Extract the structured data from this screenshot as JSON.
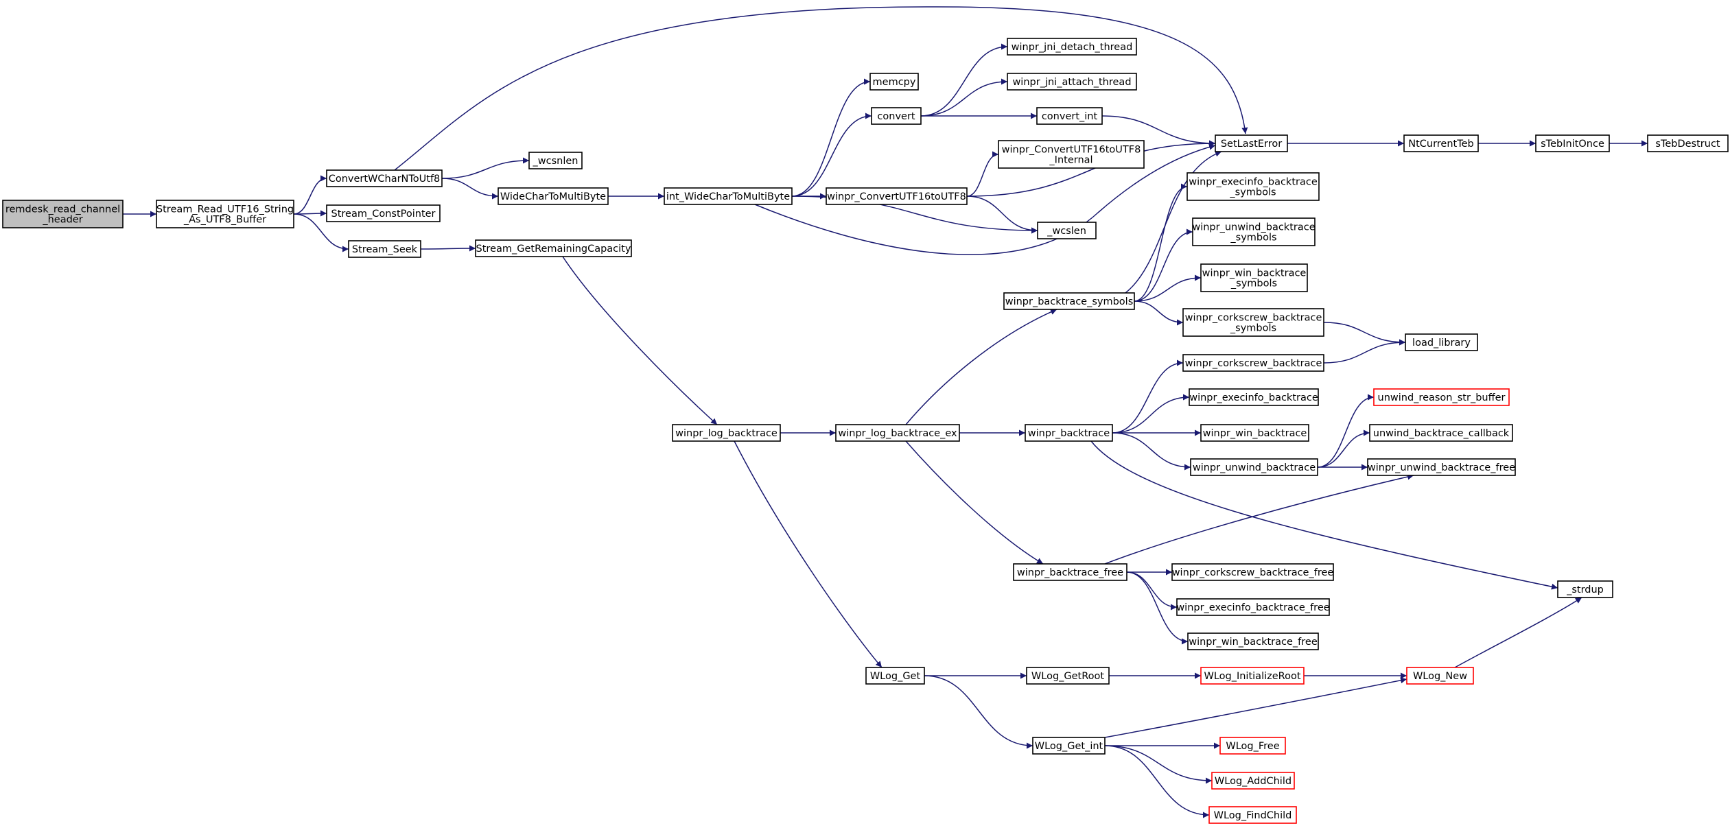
{
  "colors": {
    "edge": "#191970",
    "root_fill": "#bfbfbf",
    "truncated_border": "#ff0000",
    "node_border": "#000000"
  },
  "nodes": {
    "remdesk_read_channel_header": {
      "lines": [
        "remdesk_read_channel",
        "_header"
      ],
      "kind": "root"
    },
    "Stream_Read_UTF16_String_As_UTF8_Buffer": {
      "lines": [
        "Stream_Read_UTF16_String",
        "_As_UTF8_Buffer"
      ]
    },
    "ConvertWCharNToUtf8": {
      "lines": [
        "ConvertWCharNToUtf8"
      ]
    },
    "Stream_ConstPointer": {
      "lines": [
        "Stream_ConstPointer"
      ]
    },
    "Stream_Seek": {
      "lines": [
        "Stream_Seek"
      ]
    },
    "_wcsnlen": {
      "lines": [
        "_wcsnlen"
      ]
    },
    "WideCharToMultiByte": {
      "lines": [
        "WideCharToMultiByte"
      ]
    },
    "Stream_GetRemainingCapacity": {
      "lines": [
        "Stream_GetRemainingCapacity"
      ]
    },
    "int_WideCharToMultiByte": {
      "lines": [
        "int_WideCharToMultiByte"
      ]
    },
    "memcpy": {
      "lines": [
        "memcpy"
      ]
    },
    "convert": {
      "lines": [
        "convert"
      ]
    },
    "winpr_ConvertUTF16toUTF8": {
      "lines": [
        "winpr_ConvertUTF16toUTF8"
      ]
    },
    "winpr_jni_detach_thread": {
      "lines": [
        "winpr_jni_detach_thread"
      ]
    },
    "winpr_jni_attach_thread": {
      "lines": [
        "winpr_jni_attach_thread"
      ]
    },
    "convert_int": {
      "lines": [
        "convert_int"
      ]
    },
    "winpr_ConvertUTF16toUTF8_Internal": {
      "lines": [
        "winpr_ConvertUTF16toUTF8",
        "_Internal"
      ]
    },
    "_wcslen": {
      "lines": [
        "_wcslen"
      ]
    },
    "SetLastError": {
      "lines": [
        "SetLastError"
      ]
    },
    "NtCurrentTeb": {
      "lines": [
        "NtCurrentTeb"
      ]
    },
    "sTebInitOnce": {
      "lines": [
        "sTebInitOnce"
      ]
    },
    "sTebDestruct": {
      "lines": [
        "sTebDestruct"
      ]
    },
    "winpr_log_backtrace": {
      "lines": [
        "winpr_log_backtrace"
      ]
    },
    "winpr_log_backtrace_ex": {
      "lines": [
        "winpr_log_backtrace_ex"
      ]
    },
    "WLog_Get": {
      "lines": [
        "WLog_Get"
      ]
    },
    "winpr_backtrace_symbols": {
      "lines": [
        "winpr_backtrace_symbols"
      ]
    },
    "winpr_backtrace": {
      "lines": [
        "winpr_backtrace"
      ]
    },
    "winpr_backtrace_free": {
      "lines": [
        "winpr_backtrace_free"
      ]
    },
    "winpr_execinfo_backtrace_symbols": {
      "lines": [
        "winpr_execinfo_backtrace",
        "_symbols"
      ]
    },
    "winpr_unwind_backtrace_symbols": {
      "lines": [
        "winpr_unwind_backtrace",
        "_symbols"
      ]
    },
    "winpr_win_backtrace_symbols": {
      "lines": [
        "winpr_win_backtrace",
        "_symbols"
      ]
    },
    "winpr_corkscrew_backtrace_symbols": {
      "lines": [
        "winpr_corkscrew_backtrace",
        "_symbols"
      ]
    },
    "load_library": {
      "lines": [
        "load_library"
      ]
    },
    "winpr_corkscrew_backtrace": {
      "lines": [
        "winpr_corkscrew_backtrace"
      ]
    },
    "winpr_execinfo_backtrace": {
      "lines": [
        "winpr_execinfo_backtrace"
      ]
    },
    "winpr_win_backtrace": {
      "lines": [
        "winpr_win_backtrace"
      ]
    },
    "winpr_unwind_backtrace": {
      "lines": [
        "winpr_unwind_backtrace"
      ]
    },
    "unwind_reason_str_buffer": {
      "lines": [
        "unwind_reason_str_buffer"
      ],
      "kind": "truncated"
    },
    "unwind_backtrace_callback": {
      "lines": [
        "unwind_backtrace_callback"
      ]
    },
    "winpr_unwind_backtrace_free": {
      "lines": [
        "winpr_unwind_backtrace_free"
      ]
    },
    "_strdup": {
      "lines": [
        "_strdup"
      ]
    },
    "winpr_corkscrew_backtrace_free": {
      "lines": [
        "winpr_corkscrew_backtrace_free"
      ]
    },
    "winpr_execinfo_backtrace_free": {
      "lines": [
        "winpr_execinfo_backtrace_free"
      ]
    },
    "winpr_win_backtrace_free": {
      "lines": [
        "winpr_win_backtrace_free"
      ]
    },
    "WLog_GetRoot": {
      "lines": [
        "WLog_GetRoot"
      ]
    },
    "WLog_Get_int": {
      "lines": [
        "WLog_Get_int"
      ]
    },
    "WLog_InitializeRoot": {
      "lines": [
        "WLog_InitializeRoot"
      ],
      "kind": "truncated"
    },
    "WLog_New": {
      "lines": [
        "WLog_New"
      ],
      "kind": "truncated"
    },
    "WLog_Free": {
      "lines": [
        "WLog_Free"
      ],
      "kind": "truncated"
    },
    "WLog_AddChild": {
      "lines": [
        "WLog_AddChild"
      ],
      "kind": "truncated"
    },
    "WLog_FindChild": {
      "lines": [
        "WLog_FindChild"
      ],
      "kind": "truncated"
    }
  },
  "edges": [
    [
      "remdesk_read_channel_header",
      "Stream_Read_UTF16_String_As_UTF8_Buffer"
    ],
    [
      "Stream_Read_UTF16_String_As_UTF8_Buffer",
      "ConvertWCharNToUtf8"
    ],
    [
      "Stream_Read_UTF16_String_As_UTF8_Buffer",
      "Stream_ConstPointer"
    ],
    [
      "Stream_Read_UTF16_String_As_UTF8_Buffer",
      "Stream_Seek"
    ],
    [
      "ConvertWCharNToUtf8",
      "SetLastError"
    ],
    [
      "ConvertWCharNToUtf8",
      "_wcsnlen"
    ],
    [
      "ConvertWCharNToUtf8",
      "WideCharToMultiByte"
    ],
    [
      "Stream_Seek",
      "Stream_GetRemainingCapacity"
    ],
    [
      "WideCharToMultiByte",
      "int_WideCharToMultiByte"
    ],
    [
      "Stream_GetRemainingCapacity",
      "winpr_log_backtrace"
    ],
    [
      "int_WideCharToMultiByte",
      "memcpy"
    ],
    [
      "int_WideCharToMultiByte",
      "convert"
    ],
    [
      "int_WideCharToMultiByte",
      "winpr_ConvertUTF16toUTF8"
    ],
    [
      "int_WideCharToMultiByte",
      "_wcslen"
    ],
    [
      "int_WideCharToMultiByte",
      "SetLastError"
    ],
    [
      "convert",
      "winpr_jni_detach_thread"
    ],
    [
      "convert",
      "winpr_jni_attach_thread"
    ],
    [
      "convert",
      "convert_int"
    ],
    [
      "convert_int",
      "SetLastError"
    ],
    [
      "winpr_ConvertUTF16toUTF8",
      "winpr_ConvertUTF16toUTF8_Internal"
    ],
    [
      "winpr_ConvertUTF16toUTF8",
      "SetLastError"
    ],
    [
      "winpr_ConvertUTF16toUTF8",
      "_wcslen"
    ],
    [
      "SetLastError",
      "NtCurrentTeb"
    ],
    [
      "NtCurrentTeb",
      "sTebInitOnce"
    ],
    [
      "sTebInitOnce",
      "sTebDestruct"
    ],
    [
      "winpr_log_backtrace",
      "winpr_log_backtrace_ex"
    ],
    [
      "winpr_log_backtrace",
      "WLog_Get"
    ],
    [
      "winpr_log_backtrace_ex",
      "winpr_backtrace_symbols"
    ],
    [
      "winpr_log_backtrace_ex",
      "winpr_backtrace"
    ],
    [
      "winpr_log_backtrace_ex",
      "winpr_backtrace_free"
    ],
    [
      "winpr_backtrace_symbols",
      "SetLastError"
    ],
    [
      "winpr_backtrace_symbols",
      "winpr_execinfo_backtrace_symbols"
    ],
    [
      "winpr_backtrace_symbols",
      "winpr_unwind_backtrace_symbols"
    ],
    [
      "winpr_backtrace_symbols",
      "winpr_win_backtrace_symbols"
    ],
    [
      "winpr_backtrace_symbols",
      "winpr_corkscrew_backtrace_symbols"
    ],
    [
      "winpr_corkscrew_backtrace_symbols",
      "load_library"
    ],
    [
      "winpr_backtrace",
      "winpr_corkscrew_backtrace"
    ],
    [
      "winpr_backtrace",
      "winpr_execinfo_backtrace"
    ],
    [
      "winpr_backtrace",
      "winpr_win_backtrace"
    ],
    [
      "winpr_backtrace",
      "winpr_unwind_backtrace"
    ],
    [
      "winpr_backtrace",
      "_strdup"
    ],
    [
      "winpr_corkscrew_backtrace",
      "load_library"
    ],
    [
      "winpr_unwind_backtrace",
      "unwind_reason_str_buffer"
    ],
    [
      "winpr_unwind_backtrace",
      "unwind_backtrace_callback"
    ],
    [
      "winpr_unwind_backtrace",
      "winpr_unwind_backtrace_free"
    ],
    [
      "winpr_backtrace_free",
      "winpr_unwind_backtrace_free"
    ],
    [
      "winpr_backtrace_free",
      "winpr_corkscrew_backtrace_free"
    ],
    [
      "winpr_backtrace_free",
      "winpr_execinfo_backtrace_free"
    ],
    [
      "winpr_backtrace_free",
      "winpr_win_backtrace_free"
    ],
    [
      "WLog_Get",
      "WLog_GetRoot"
    ],
    [
      "WLog_Get",
      "WLog_Get_int"
    ],
    [
      "WLog_GetRoot",
      "WLog_InitializeRoot"
    ],
    [
      "WLog_InitializeRoot",
      "WLog_New"
    ],
    [
      "WLog_New",
      "_strdup"
    ],
    [
      "WLog_Get_int",
      "WLog_New"
    ],
    [
      "WLog_Get_int",
      "WLog_Free"
    ],
    [
      "WLog_Get_int",
      "WLog_AddChild"
    ],
    [
      "WLog_Get_int",
      "WLog_FindChild"
    ]
  ]
}
